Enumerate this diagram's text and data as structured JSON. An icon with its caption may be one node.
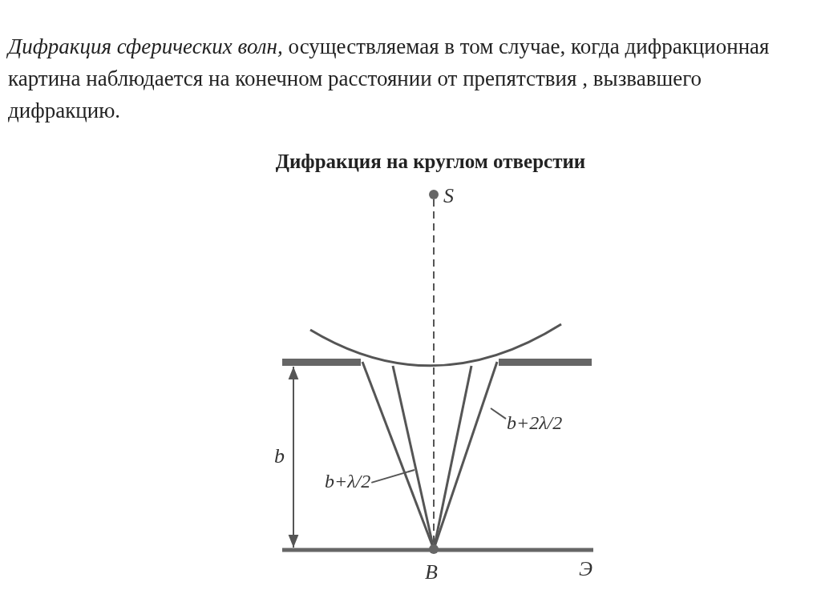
{
  "diagram": {
    "title": "Дифракция на круглом отверстии",
    "nodes": [
      {
        "text": [],
        "shape": "circle",
        "beside": [
          "S"
        ]
      },
      {
        "text": [],
        "shape": "circle",
        "beside": [
          "B"
        ]
      },
      {
        "text": [
          "b+λ/2"
        ]
      },
      {
        "text": [
          "b+2λ/2"
        ]
      }
    ],
    "edges": [
      {
        "from": 0,
        "to": 1,
        "arrow": "none",
        "style": "dashed"
      },
      {
        "from": 2,
        "to": null,
        "arrow": "none"
      },
      {
        "from": 3,
        "to": null,
        "arrow": "none"
      }
    ],
    "labels": [
      "*Дифракция сферических волн,* осуществляемая в том случае, когда дифракционная картина наблюдается на конечном расстоянии от препятствия , вызвавшего дифракцию.",
      "b",
      "Э"
    ]
  }
}
